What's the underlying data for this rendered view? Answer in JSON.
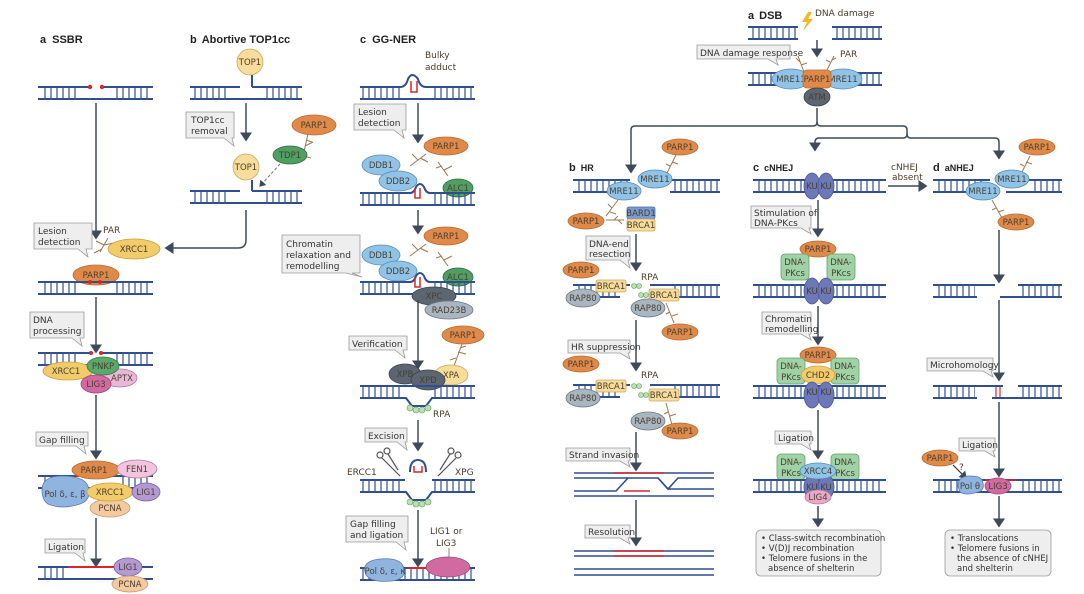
{
  "panels_left": {
    "a": {
      "letter": "a",
      "title": "SSBR",
      "steps": [
        "Lesion detection",
        "DNA processing",
        "Gap filling",
        "Ligation"
      ],
      "proteins": {
        "parp1": "PARP1",
        "xrcc1": "XRCC1",
        "pnkp": "PNKP",
        "lig3": "LIG3",
        "aptx": "APTX",
        "fen1": "FEN1",
        "lig1": "LIG1",
        "pol": "Pol δ, ε, β",
        "pcna": "PCNA"
      },
      "par": "PAR"
    },
    "b": {
      "letter": "b",
      "title": "Abortive TOP1cc",
      "steps": [
        "TOP1cc removal"
      ],
      "proteins": {
        "top1": "TOP1",
        "tdp1": "TDP1",
        "parp1": "PARP1"
      }
    },
    "c": {
      "letter": "c",
      "title": "GG-NER",
      "adduct": "Bulky adduct",
      "steps": [
        "Lesion detection",
        "Chromatin relaxation and remodelling",
        "Verification",
        "Excision",
        "Gap filling and ligation"
      ],
      "proteins": {
        "ddb1": "DDB1",
        "ddb2": "DDB2",
        "parp1": "PARP1",
        "alc1": "ALC1",
        "xpc": "XPC",
        "rad23b": "RAD23B",
        "xpb": "XPB",
        "xpd": "XPD",
        "xpa": "XPA",
        "rpa": "RPA",
        "ercc1": "ERCC1",
        "xpg": "XPG",
        "pol": "Pol δ, ε, κ",
        "lig": "LIG1 or LIG3"
      }
    }
  },
  "panels_right": {
    "a": {
      "letter": "a",
      "title": "DSB",
      "damage": "DNA damage",
      "step": "DNA damage response",
      "par": "PAR",
      "proteins": {
        "mre11": "MRE11",
        "parp1": "PARP1",
        "atm": "ATM"
      }
    },
    "b": {
      "letter": "b",
      "title": "HR",
      "steps": [
        "DNA-end resection",
        "HR suppression",
        "Strand invasion",
        "Resolution"
      ],
      "proteins": {
        "parp1": "PARP1",
        "mre11": "MRE11",
        "bard1": "BARD1",
        "brca1": "BRCA1",
        "rap80": "RAP80",
        "rpa": "RPA"
      }
    },
    "c": {
      "letter": "c",
      "title": "cNHEJ",
      "absent": "cNHEJ absent",
      "steps": [
        "Stimulation of DNA-PKcs",
        "Chromatin remodelling",
        "Ligation"
      ],
      "proteins": {
        "ku": "KU",
        "parp1": "PARP1",
        "dnapk1": "DNA-",
        "dnapk2": "PKcs",
        "chd2": "CHD2",
        "xrcc4": "XRCC4",
        "lig4": "LIG4"
      },
      "outcomes": [
        "Class-switch recombination",
        "V(D)J recombination",
        "Telomere fusions in the",
        "absence of shelterin"
      ]
    },
    "d": {
      "letter": "d",
      "title": "aNHEJ",
      "steps": [
        "Microhomology",
        "Ligation"
      ],
      "proteins": {
        "mre11": "MRE11",
        "parp1": "PARP1",
        "polq": "Pol θ",
        "lig3": "LIG3",
        "q": "?"
      },
      "outcomes": [
        "Translocations",
        "Telomere fusions in",
        "the absence of cNHEJ",
        "and shelterin"
      ]
    }
  },
  "colors": {
    "dna": "#2f4f8f",
    "arrow": "#3c4a5c",
    "parp1": "#e08a4a",
    "xrcc1": "#f2cc6a",
    "blue_protein": "#8fc4e8",
    "green_protein": "#4f9e62",
    "gray_protein": "#5b6670",
    "light_gray_protein": "#a9b6c2",
    "pink_protein": "#d06aa0",
    "lavender": "#b49ad2",
    "pcna": "#f5c9a0",
    "red": "#d9262b",
    "par": "#9a7a52",
    "dnapk": "#9fd2a6",
    "ku": "#6d78b8",
    "callout": "#eeeeee"
  }
}
